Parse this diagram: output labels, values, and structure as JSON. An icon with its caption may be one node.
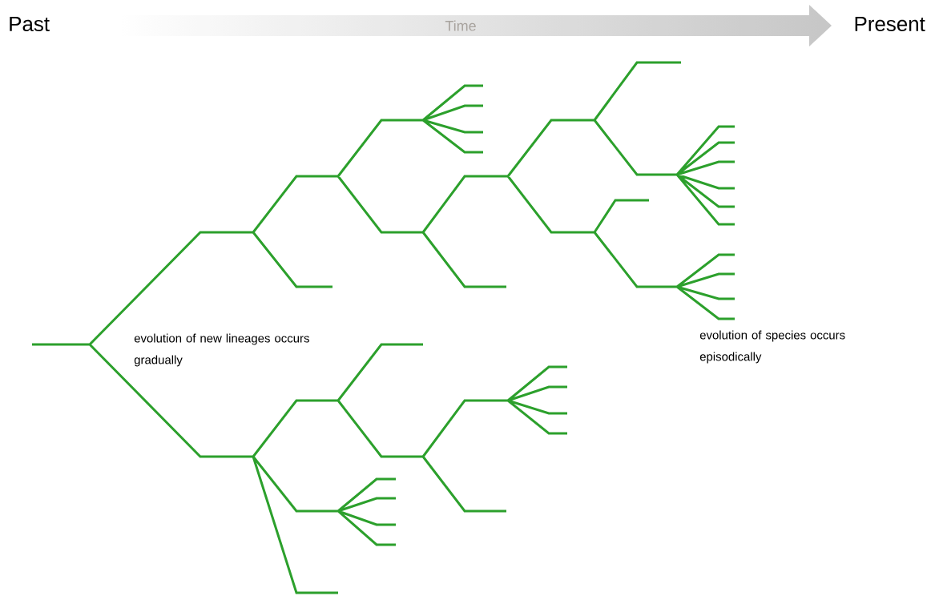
{
  "diagram": {
    "labels": [
      "Past",
      "Time",
      "Present",
      "evolution of new lineages occurs gradually",
      "evolution of species occurs episodically"
    ]
  }
}
